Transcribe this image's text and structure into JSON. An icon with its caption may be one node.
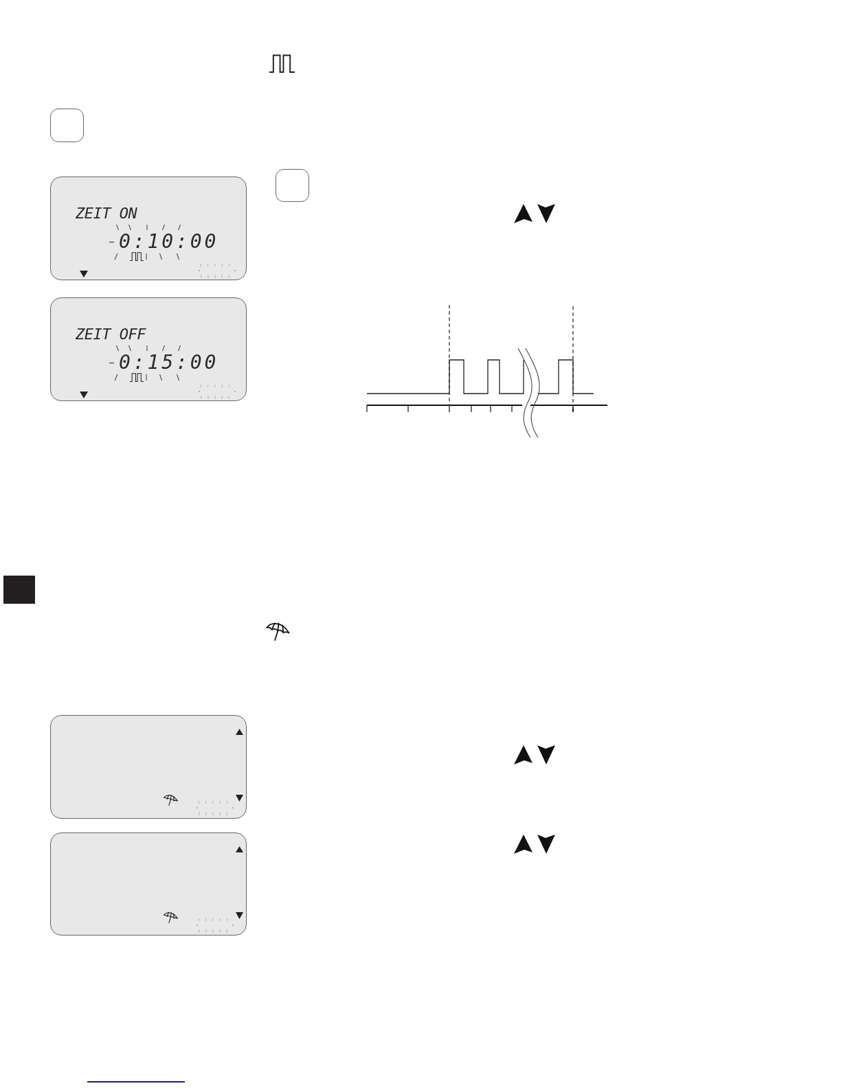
{
  "diagram": {
    "nodes": [
      {
        "text": [],
        "shape": "box"
      },
      {
        "text": [
          "ZEIT ON",
          "0:10:00"
        ]
      },
      {
        "text": [
          "ZEIT OFF",
          "0:15:00"
        ]
      },
      {
        "text": [],
        "shape": "box"
      },
      {
        "text": [],
        "shape": "box"
      },
      {
        "text": [],
        "shape": "box"
      }
    ]
  }
}
